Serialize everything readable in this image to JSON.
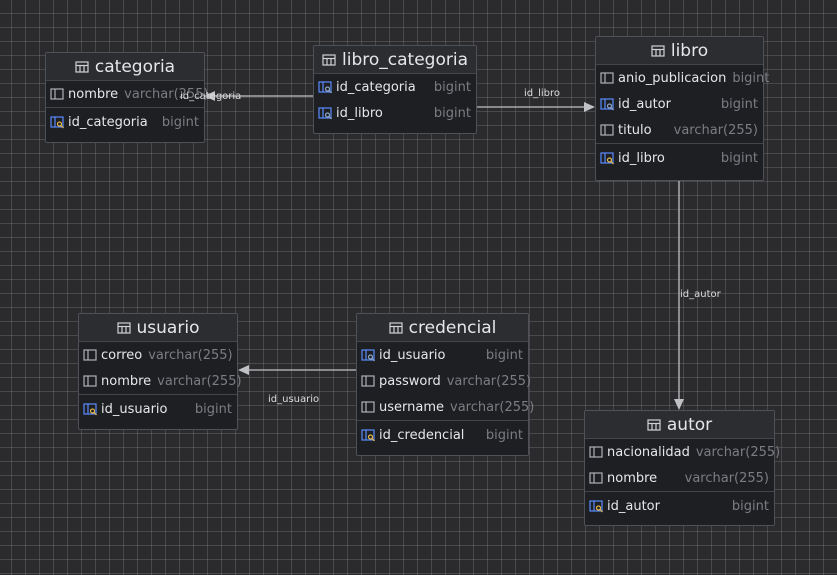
{
  "tables": {
    "categoria": {
      "title": "categoria",
      "rows": [
        {
          "name": "nombre",
          "type": "varchar(255)"
        },
        {
          "name": "id_categoria",
          "type": "bigint"
        }
      ]
    },
    "libro_categoria": {
      "title": "libro_categoria",
      "rows": [
        {
          "name": "id_categoria",
          "type": "bigint"
        },
        {
          "name": "id_libro",
          "type": "bigint"
        }
      ]
    },
    "libro": {
      "title": "libro",
      "rows": [
        {
          "name": "anio_publicacion",
          "type": "bigint"
        },
        {
          "name": "id_autor",
          "type": "bigint"
        },
        {
          "name": "titulo",
          "type": "varchar(255)"
        },
        {
          "name": "id_libro",
          "type": "bigint"
        }
      ]
    },
    "usuario": {
      "title": "usuario",
      "rows": [
        {
          "name": "correo",
          "type": "varchar(255)"
        },
        {
          "name": "nombre",
          "type": "varchar(255)"
        },
        {
          "name": "id_usuario",
          "type": "bigint"
        }
      ]
    },
    "credencial": {
      "title": "credencial",
      "rows": [
        {
          "name": "id_usuario",
          "type": "bigint"
        },
        {
          "name": "password",
          "type": "varchar(255)"
        },
        {
          "name": "username",
          "type": "varchar(255)"
        },
        {
          "name": "id_credencial",
          "type": "bigint"
        }
      ]
    },
    "autor": {
      "title": "autor",
      "rows": [
        {
          "name": "nacionalidad",
          "type": "varchar(255)"
        },
        {
          "name": "nombre",
          "type": "varchar(255)"
        },
        {
          "name": "id_autor",
          "type": "bigint"
        }
      ]
    }
  },
  "relations": {
    "libro_categoria_categoria": "id_categoria",
    "libro_categoria_libro": "id_libro",
    "libro_autor": "id_autor",
    "credencial_usuario": "id_usuario"
  }
}
